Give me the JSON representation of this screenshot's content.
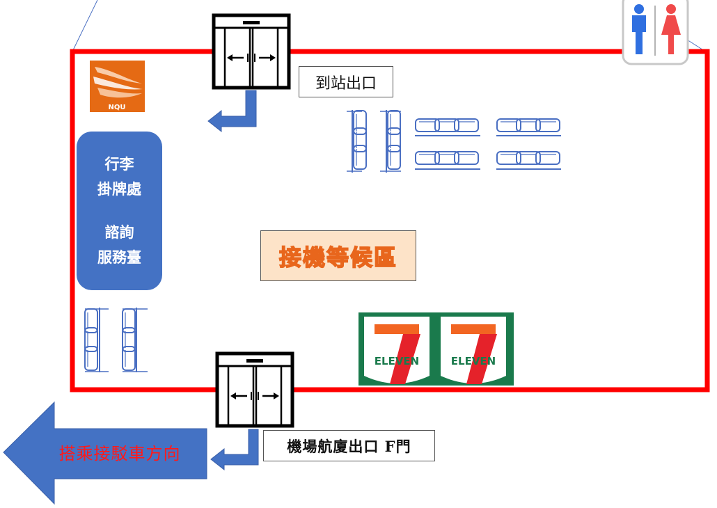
{
  "labels": {
    "arrival_exit": "到站出口",
    "terminal_exit": "機場航廈出口 F門",
    "waiting_area": "接機等候區",
    "shuttle_direction": "搭乘接駁車方向",
    "service_line1": "行李",
    "service_line2": "掛牌處",
    "service_line3": "諮詢",
    "service_line4": "服務臺",
    "nqu_logo_text": "NQU",
    "store_logo_text": "ELEVEN",
    "store_logo_text_2": "ELEVEN"
  },
  "icons": [
    "nqu-logo",
    "restroom-icon",
    "sliding-door-icon",
    "seating-row-icon",
    "seven-eleven-logo",
    "direction-arrow-icon"
  ],
  "colors": {
    "area_border": "#ff0000",
    "arrow_blue": "#4472c4",
    "seat_blue": "#4a6fc2",
    "waiting_text": "#e8661c",
    "shuttle_text": "#ff1a1a",
    "store_green": "#1a7a4c",
    "store_orange": "#f26522",
    "store_red": "#e5222a",
    "nqu_orange": "#e56a14",
    "male_blue": "#2f6fe0",
    "female_red": "#f04a4a"
  }
}
